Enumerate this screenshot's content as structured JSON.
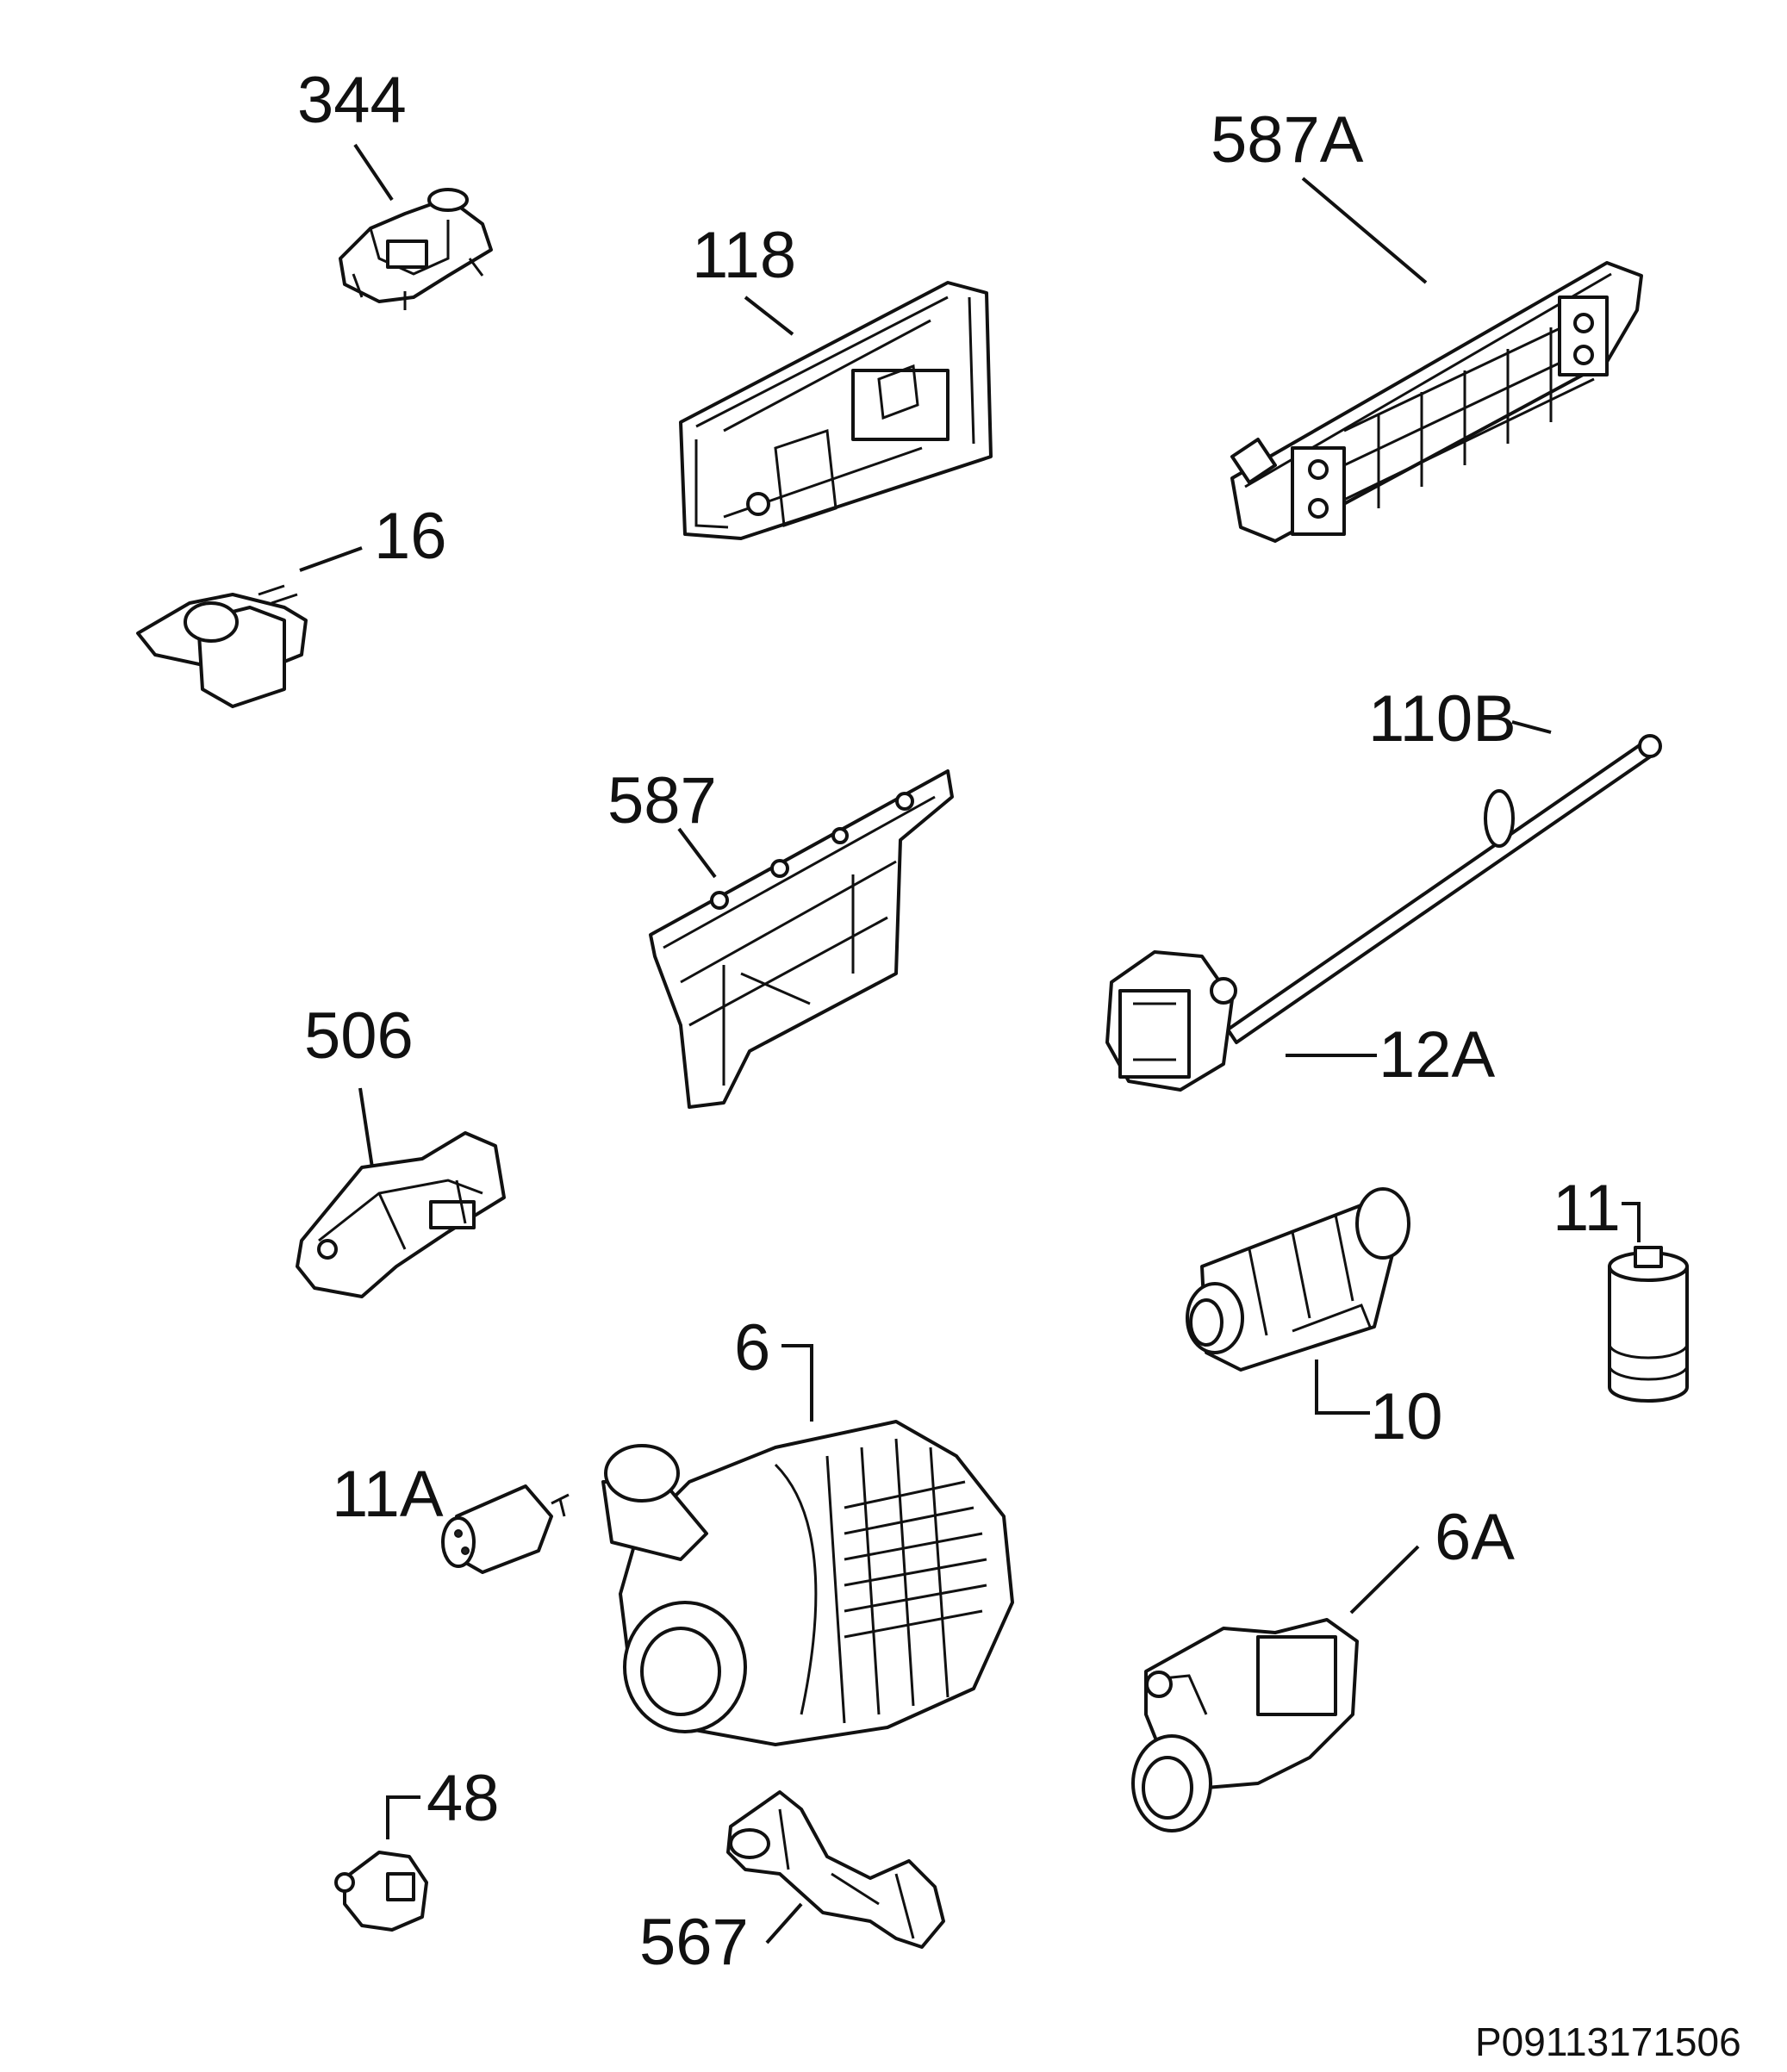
{
  "diagram": {
    "labels": {
      "p344": "344",
      "p118": "118",
      "p587A": "587A",
      "p16": "16",
      "p110B": "110B",
      "p587": "587",
      "p12A": "12A",
      "p506": "506",
      "p11": "11",
      "p10": "10",
      "p6": "6",
      "p11A": "11A",
      "p6A": "6A",
      "p48": "48",
      "p567": "567"
    },
    "code": "P09113171506"
  },
  "colors": {
    "line": "#111111",
    "background": "#ffffff"
  }
}
